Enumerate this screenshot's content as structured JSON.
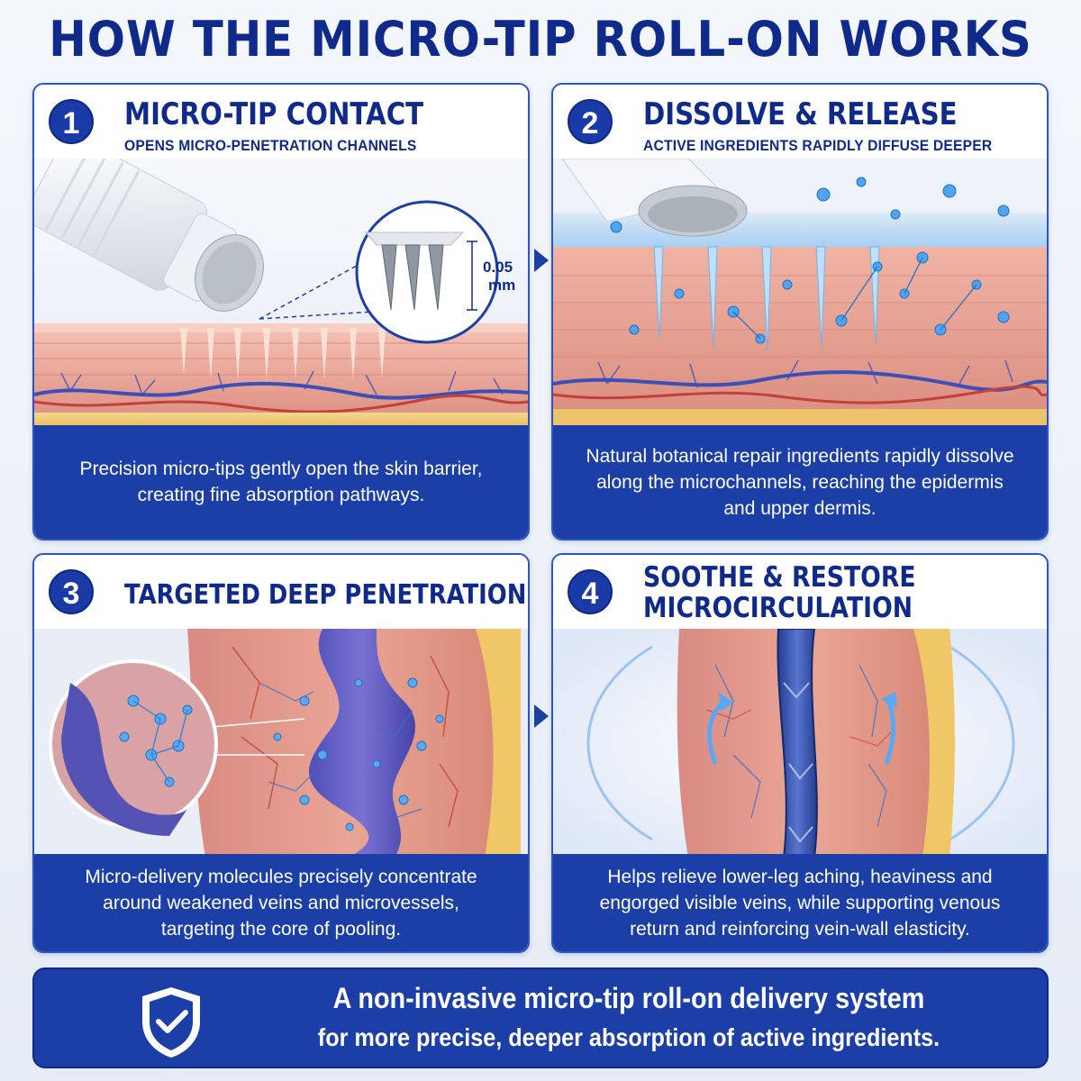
{
  "title": "HOW THE MICRO-TIP ROLL-ON WORKS",
  "steps": [
    {
      "number": "1",
      "title": "MICRO-TIP CONTACT",
      "subtitle": "OPENS MICRO-PENETRATION CHANNELS",
      "caption": "Precision micro-tips gently open the skin barrier,\ncreating fine absorption pathways.",
      "zoom_label_value": "0.05",
      "zoom_label_unit": "mm"
    },
    {
      "number": "2",
      "title": "DISSOLVE & RELEASE",
      "subtitle": "ACTIVE INGREDIENTS RAPIDLY DIFFUSE DEEPER",
      "caption": "Natural botanical repair ingredients rapidly dissolve\nalong the microchannels, reaching the epidermis\nand upper dermis."
    },
    {
      "number": "3",
      "title": "TARGETED DEEP PENETRATION",
      "caption": "Micro-delivery molecules precisely concentrate\naround weakened veins and microvessels,\ntargeting the core of pooling."
    },
    {
      "number": "4",
      "title": "SOOTHE & RESTORE MICROCIRCULATION",
      "caption": "Helps relieve lower-leg aching, heaviness and\nengorged visible veins, while supporting venous\nreturn and reinforcing vein-wall elasticity."
    }
  ],
  "banner": {
    "line1": "A non-invasive micro-tip roll-on delivery system",
    "line2": "for more precise, deeper absorption of active ingredients.",
    "icon": "shield-check-icon"
  },
  "colors": {
    "primary": "#1b3fa6",
    "title": "#0f2a8a",
    "skin": "#e8a597",
    "fat": "#f0c96a",
    "vein": "#3a4fb8",
    "artery": "#c4403a",
    "molecule": "#4fa3f0"
  }
}
